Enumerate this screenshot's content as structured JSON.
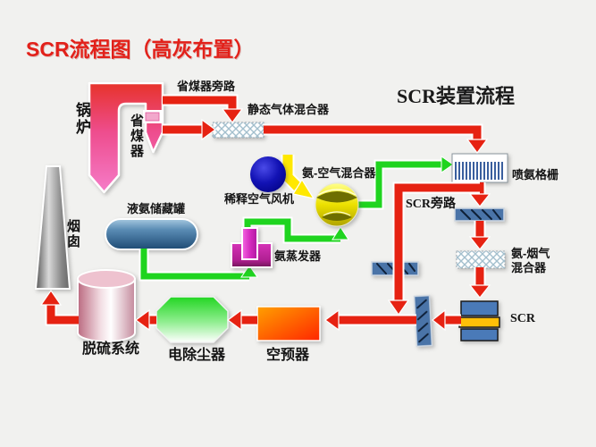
{
  "title": "SCR流程图（高灰布置）",
  "subtitle": "SCR装置流程",
  "labels": {
    "boiler": "锅炉",
    "economizer": "省煤器",
    "economizer_bypass": "省煤器旁路",
    "static_gas_mixer": "静态气体混合器",
    "ammonia_air_mixer": "氨-空气混合器",
    "dilution_air_fan": "稀释空气风机",
    "liquid_ammonia_tank": "液氨储藏罐",
    "ammonia_evaporator": "氨蒸发器",
    "scr_bypass": "SCR旁路",
    "ammonia_injection_grid": "喷氨格栅",
    "ammonia_flue_gas_mixer": "氨-烟气\n混合器",
    "scr_reactor": "SCR",
    "chimney": "烟囱",
    "fgd_system": "脱硫系统",
    "esp": "电除尘器",
    "air_preheater": "空预器"
  },
  "colors": {
    "background": "#f1f1ef",
    "title_red": "#e2211a",
    "flue_gas_arrow": "#e62212",
    "ammonia_line": "#1fd41f",
    "air_duct": "#ffe800",
    "boiler_top": "#e7332b",
    "boiler_bottom": "#f57cc8",
    "tank_blue": "#4a7aa6",
    "fan_blue": "#0000a8",
    "mixer_yellow": "#e8d800",
    "evaporator_magenta": "#d42fb4",
    "damper_blue": "#4a74a8",
    "scr_band_blue": "#4a7ab8",
    "scr_band_yellow": "#ffc008",
    "preheater_orange": "#ff9a00",
    "preheater_red": "#ff2600",
    "esp_green": "#28d828",
    "fgd_pink": "#d898a8",
    "chimney_gray": "#7a7a7a"
  }
}
